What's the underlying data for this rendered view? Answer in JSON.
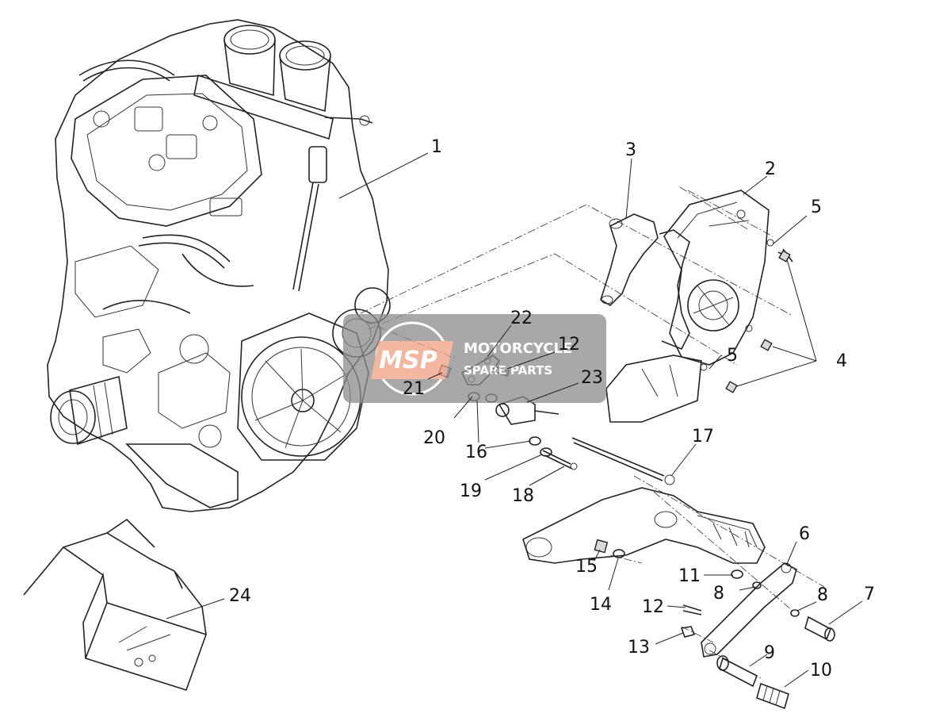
{
  "watermark": {
    "logo": "MSP",
    "line1": "MOTORCYCLE",
    "line2": "SPARE PARTS",
    "bg": "#8c8c8c",
    "accent": "#f0a080"
  },
  "callouts": [
    "1",
    "2",
    "3",
    "4",
    "5",
    "5",
    "6",
    "7",
    "8",
    "8",
    "9",
    "10",
    "11",
    "12",
    "12",
    "13",
    "14",
    "15",
    "16",
    "17",
    "18",
    "19",
    "20",
    "21",
    "22",
    "23",
    "24"
  ]
}
